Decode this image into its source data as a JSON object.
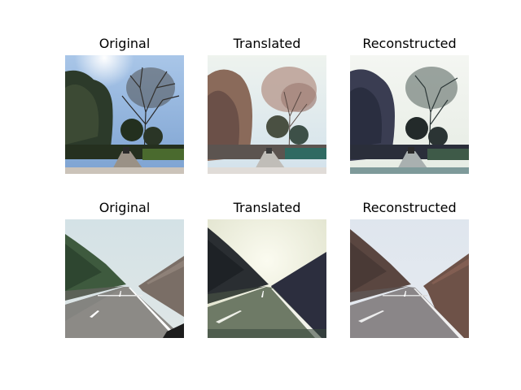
{
  "rows": [
    {
      "titles": [
        "Original",
        "Translated",
        "Reconstructed"
      ],
      "scene": "country-road-with-trees"
    },
    {
      "titles": [
        "Original",
        "Translated",
        "Reconstructed"
      ],
      "scene": "highway-with-barriers"
    }
  ]
}
